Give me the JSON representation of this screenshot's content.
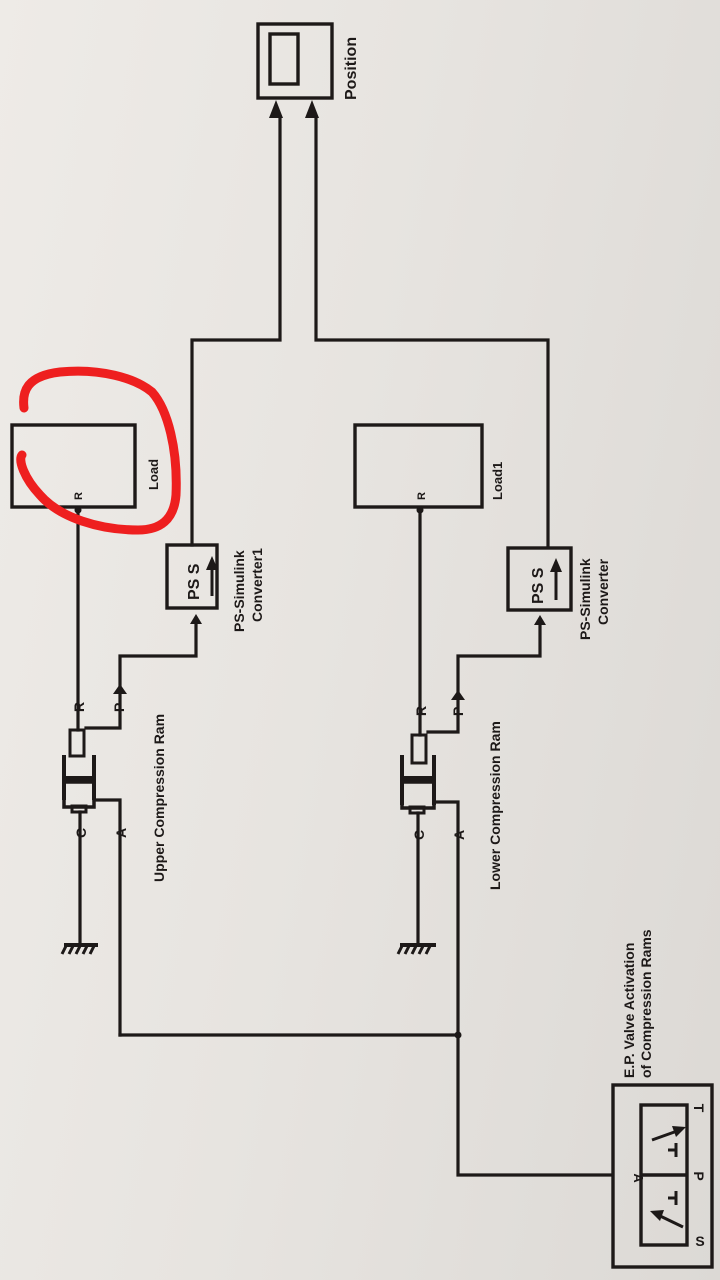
{
  "diagram": {
    "type": "Simulink / Simscape hydraulic block diagram (printed page, rotated 90°)",
    "blocks": {
      "scope": {
        "label": "Position"
      },
      "load_upper": {
        "label": "Load",
        "port": "R",
        "highlighted": true
      },
      "load_lower": {
        "label": "Load1",
        "port": "R"
      },
      "converter_upper": {
        "label_line1": "PS-Simulink",
        "label_line2": "Converter1",
        "glyph": "PS S"
      },
      "converter_lower": {
        "label_line1": "PS-Simulink",
        "label_line2": "Converter",
        "glyph": "PS S"
      },
      "ram_upper": {
        "label": "Upper Compression Ram",
        "ports": {
          "rod": "R",
          "pos": "P",
          "case": "C",
          "a": "A"
        }
      },
      "ram_lower": {
        "label": "Lower Compression Ram",
        "ports": {
          "rod": "R",
          "pos": "P",
          "case": "C",
          "a": "A"
        }
      },
      "valve": {
        "label_line1": "E.P. Valve Activation",
        "label_line2": "of Compression Rams",
        "ports": {
          "a": "A",
          "s": "S",
          "p": "P",
          "t": "T"
        }
      }
    },
    "annotation": {
      "type": "hand-drawn circle",
      "color": "#ee1f1f",
      "target": "Load"
    }
  }
}
